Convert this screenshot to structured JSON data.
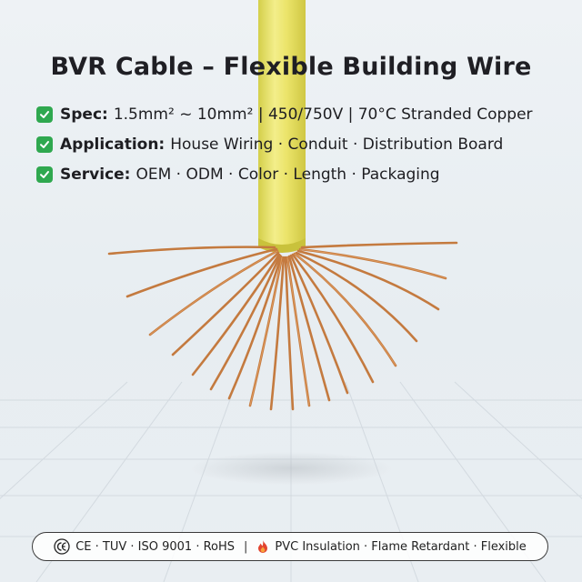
{
  "title": "BVR Cable – Flexible Building Wire",
  "features": [
    {
      "label": "Spec:",
      "value": "1.5mm² ~ 10mm² | 450/750V | 70°C Stranded Copper"
    },
    {
      "label": "Application:",
      "value": "House Wiring · Conduit · Distribution Board"
    },
    {
      "label": "Service:",
      "value": "OEM · ODM · Color · Length · Packaging"
    }
  ],
  "footer": {
    "certs": "CE · TUV · ISO 9001 · RoHS",
    "separator": "|",
    "properties": "PVC Insulation · Flame Retardant · Flexible"
  },
  "colors": {
    "check": "#2fa84f",
    "insulation": "#e9e25a",
    "copper": "#c47a3f",
    "title": "#1f1f24"
  },
  "icons": [
    "check-icon",
    "ce-cert-icon",
    "flame-icon"
  ]
}
